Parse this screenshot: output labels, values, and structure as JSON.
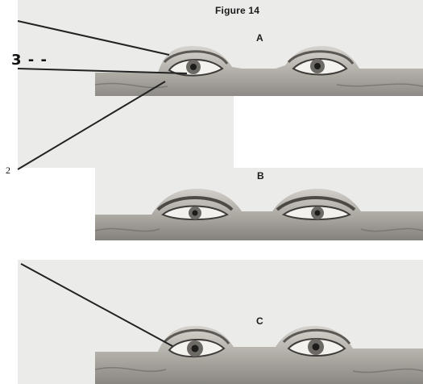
{
  "figure": {
    "title": "Figure 14",
    "panels": [
      {
        "label": "A"
      },
      {
        "label": "B"
      },
      {
        "label": "C"
      }
    ],
    "annotations": {
      "handwritten_marker": "3 - -",
      "numeral_label": "2"
    },
    "colors": {
      "background": "#ffffff",
      "scan_gray": "#ebebea",
      "skin": "#b9b6b0",
      "shadow": "#6f6c67",
      "pointer_line": "#222222"
    }
  }
}
